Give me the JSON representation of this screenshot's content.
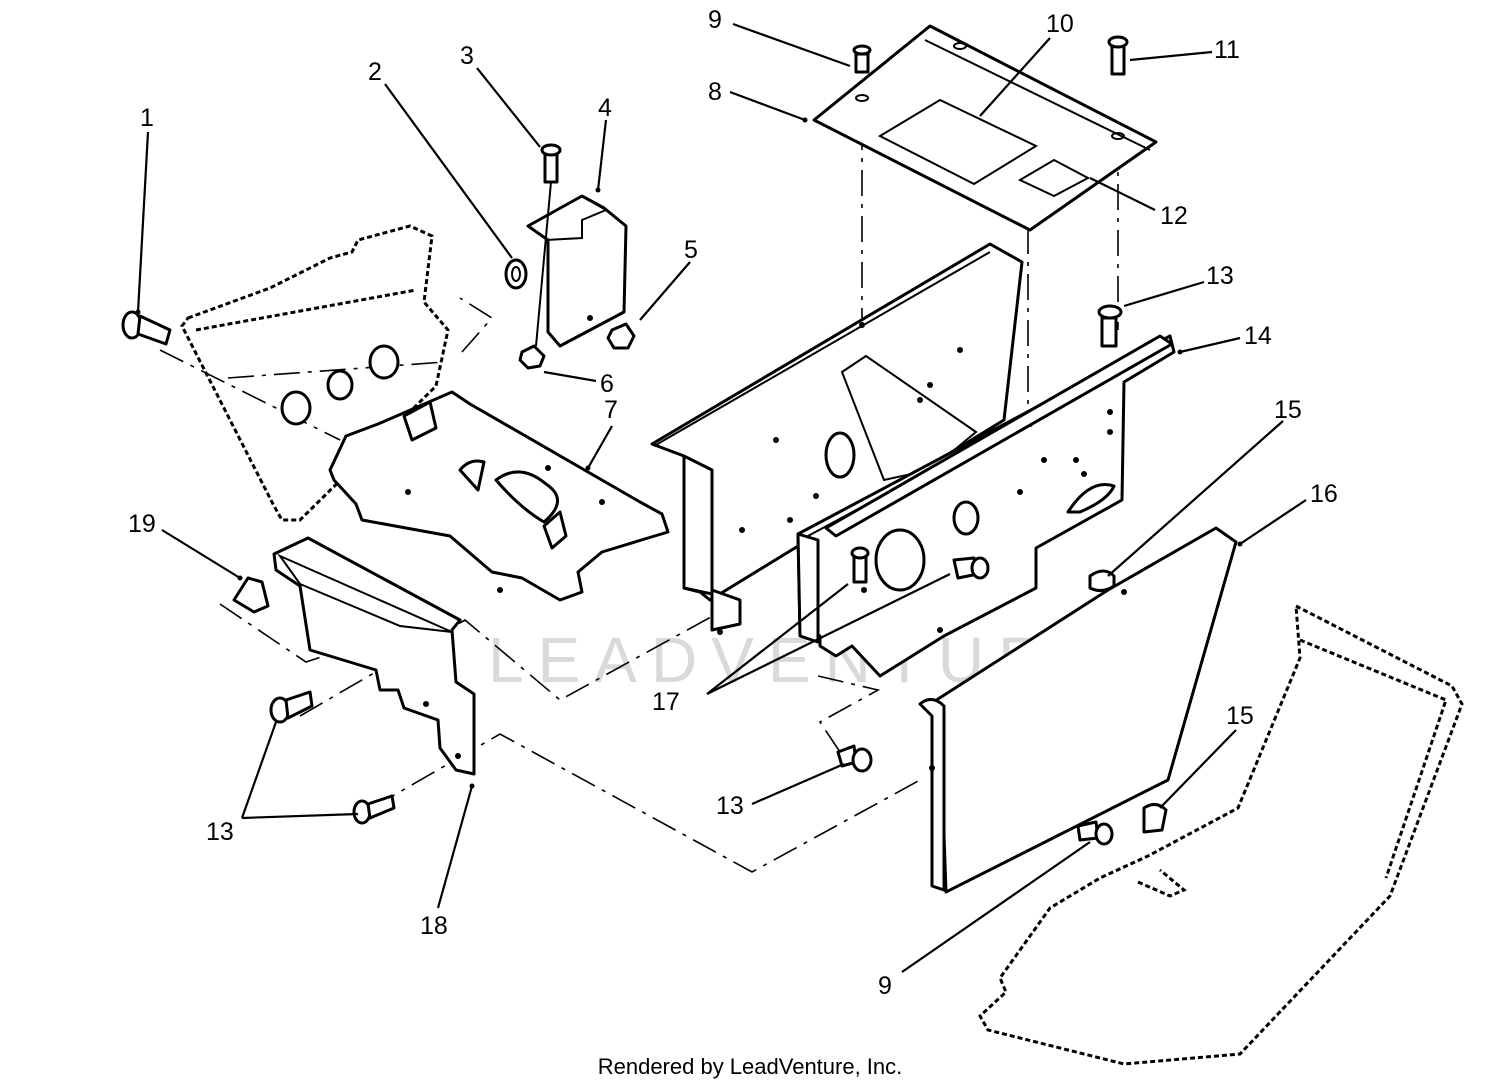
{
  "diagram": {
    "watermark": "LEADVENTURE",
    "callouts": [
      "1",
      "2",
      "3",
      "4",
      "5",
      "6",
      "7",
      "8",
      "9",
      "10",
      "11",
      "12",
      "13",
      "13",
      "14",
      "15",
      "15",
      "16",
      "17",
      "18",
      "13",
      "13",
      "19",
      "9"
    ]
  },
  "footer": {
    "credit": "Rendered by LeadVenture, Inc."
  }
}
